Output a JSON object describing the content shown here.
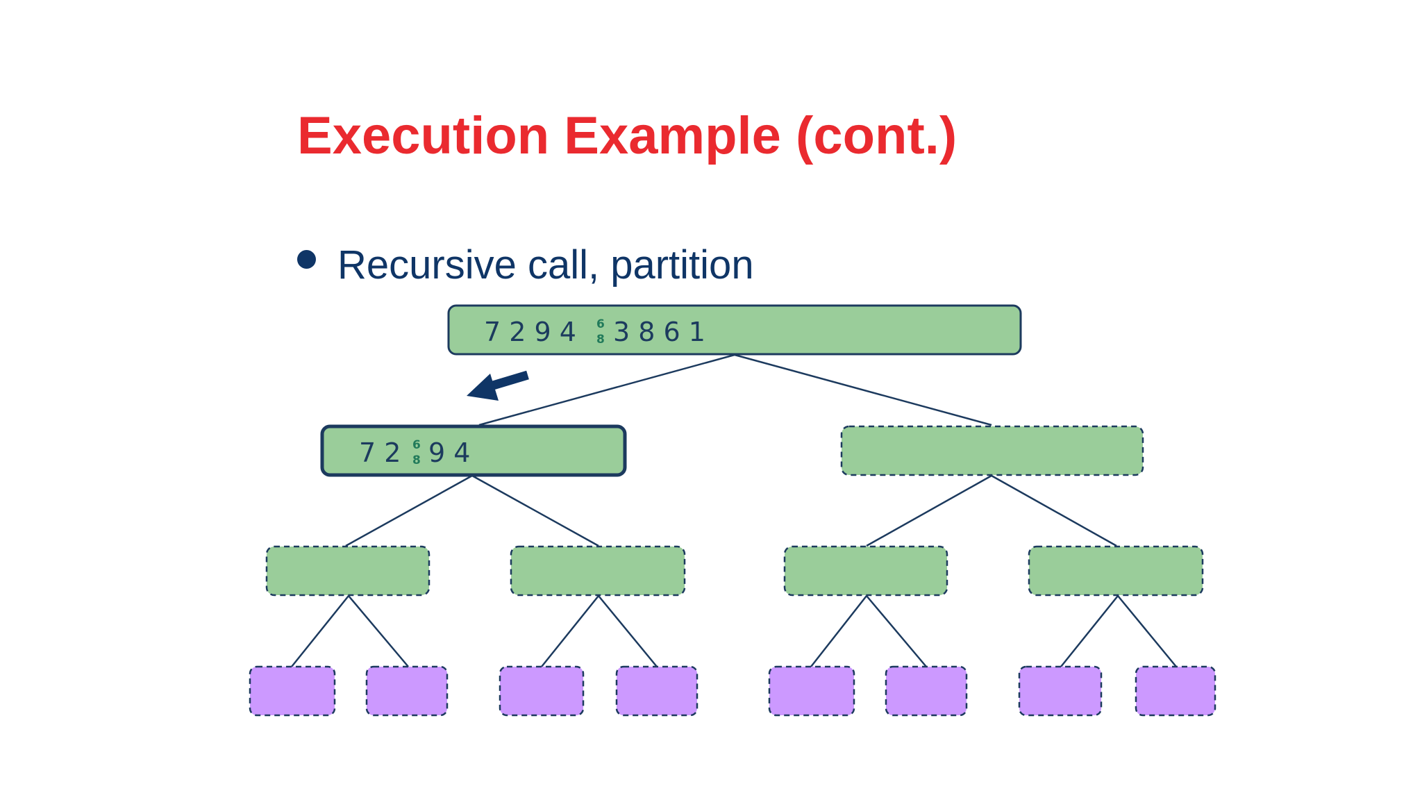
{
  "slide": {
    "title": "Execution Example (cont.)",
    "bullet": "Recursive call, partition"
  },
  "colors": {
    "title": "#ea2a2f",
    "text": "#0f3566",
    "node_green": "#9acd9a",
    "node_purple": "#cc99ff",
    "stroke": "#1c3a5e",
    "pivot": "#217a5a"
  },
  "tree": {
    "root": {
      "sequence": [
        "7",
        "2",
        "9",
        "4"
      ],
      "pivot": [
        "6",
        "8"
      ],
      "sequence_after": [
        "3",
        "8",
        "6",
        "1"
      ]
    },
    "current": {
      "sequence": [
        "7",
        "2"
      ],
      "pivot": [
        "6",
        "8"
      ],
      "sequence_after": [
        "9",
        "4"
      ]
    },
    "empty_nodes": {
      "level1": 1,
      "level2": 4,
      "level3": 8
    }
  }
}
